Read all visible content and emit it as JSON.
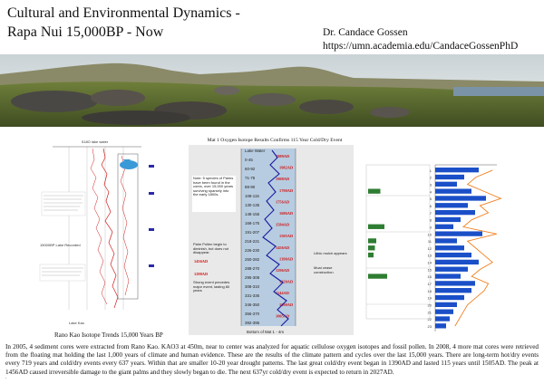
{
  "header": {
    "title_line1": "Cultural and Environmental Dynamics -",
    "title_line2": "Rapa Nui  15,000BP - Now",
    "author_name": "Dr. Candace Gossen",
    "author_url": "https://umn.academia.edu/CandaceGossenPhD"
  },
  "left_chart": {
    "caption": "Rano Kao Isotope Trends 15,000 Years BP",
    "lake_label": "Lake Kao",
    "top_label": "δ18O lake water",
    "lake_level_label": "15000BP Lake Recorded"
  },
  "middle_chart": {
    "title": "Mat 1 Oxygen Isotope Results Confirms 115 Year Cold/Dry Event",
    "water_label": "Lake Water",
    "palms_note": "Note: 5 species of Palms have been found in the cores, over 15,000 years surviving sparsely into the early 1800s.",
    "pollen_note": "Palm Pollen begin to diminish, but does not disappear.",
    "strong_event_note": "Strong event precedes major event, lasting 80 years",
    "lithic_note": "Lithic mulch appears",
    "moai_note": "Moai cease construction",
    "bottom_label": "Bottom of Mat 1 - 4m",
    "ranges": [
      "0-45",
      "60-92",
      "71-75",
      "88-90",
      "108-115",
      "130-135",
      "148-155",
      "168-175",
      "191-207",
      "218-221",
      "226-230",
      "250-282",
      "288-270",
      "295-308",
      "308-310",
      "331-336",
      "346-350",
      "356-370",
      "392-395"
    ],
    "red_years": [
      "1989AD",
      "1982AD",
      "1908AD",
      "1790AD",
      "1756AD",
      "1686AD",
      "1584AD",
      "1505AD",
      "1456AD",
      "1390AD",
      "1296AD",
      "1220AD",
      "1144AD",
      "1090AD",
      "1005AD"
    ],
    "left_years": [
      "1456AD",
      "1298AD"
    ]
  },
  "right_chart": {
    "rows": [
      "1",
      "2",
      "3",
      "4",
      "5",
      "6",
      "7",
      "8",
      "9",
      "10",
      "11",
      "12",
      "13",
      "14",
      "15",
      "16",
      "17",
      "18",
      "19",
      "20",
      "21",
      "22",
      "23"
    ],
    "bar_values": [
      12,
      8,
      6,
      10,
      14,
      9,
      11,
      7,
      5,
      13,
      6,
      8,
      10,
      12,
      9,
      7,
      11,
      10,
      8,
      6,
      5,
      4,
      3
    ],
    "green_values": [
      0,
      0,
      0,
      9,
      0,
      0,
      0,
      0,
      12,
      0,
      6,
      5,
      4,
      0,
      0,
      14,
      0,
      0,
      0,
      0,
      0,
      0,
      0
    ],
    "accent_blue": "#1a4fc8",
    "accent_green": "#2e7d32",
    "accent_orange": "#f08020"
  },
  "summary": "In 2005, 4 sediment cores were extracted from Rano Kao.  KAO3 at 450m, near to center was analyzed for aquatic cellulose oxygen isotopes and fossil pollen. In 2008, 4 more mat cores were retrieved from the floating mat holding the last 1,000 years of climate and human evidence. These are the results of the climate pattern and cycles over the last 15,000 years. There are long-term hot/dry events every 719 years and cold/dry events  every 637 years. Within that are smaller 10-20 year drought patterns. The last great cold/dry event began in 1390AD and lasted 115 years until 1505AD. The peak at 1456AD caused irreversible damage to the giant palms and they slowly began to die. The next 637yr cold/dry event is expected to return in 2027AD.",
  "footer_mark": "."
}
